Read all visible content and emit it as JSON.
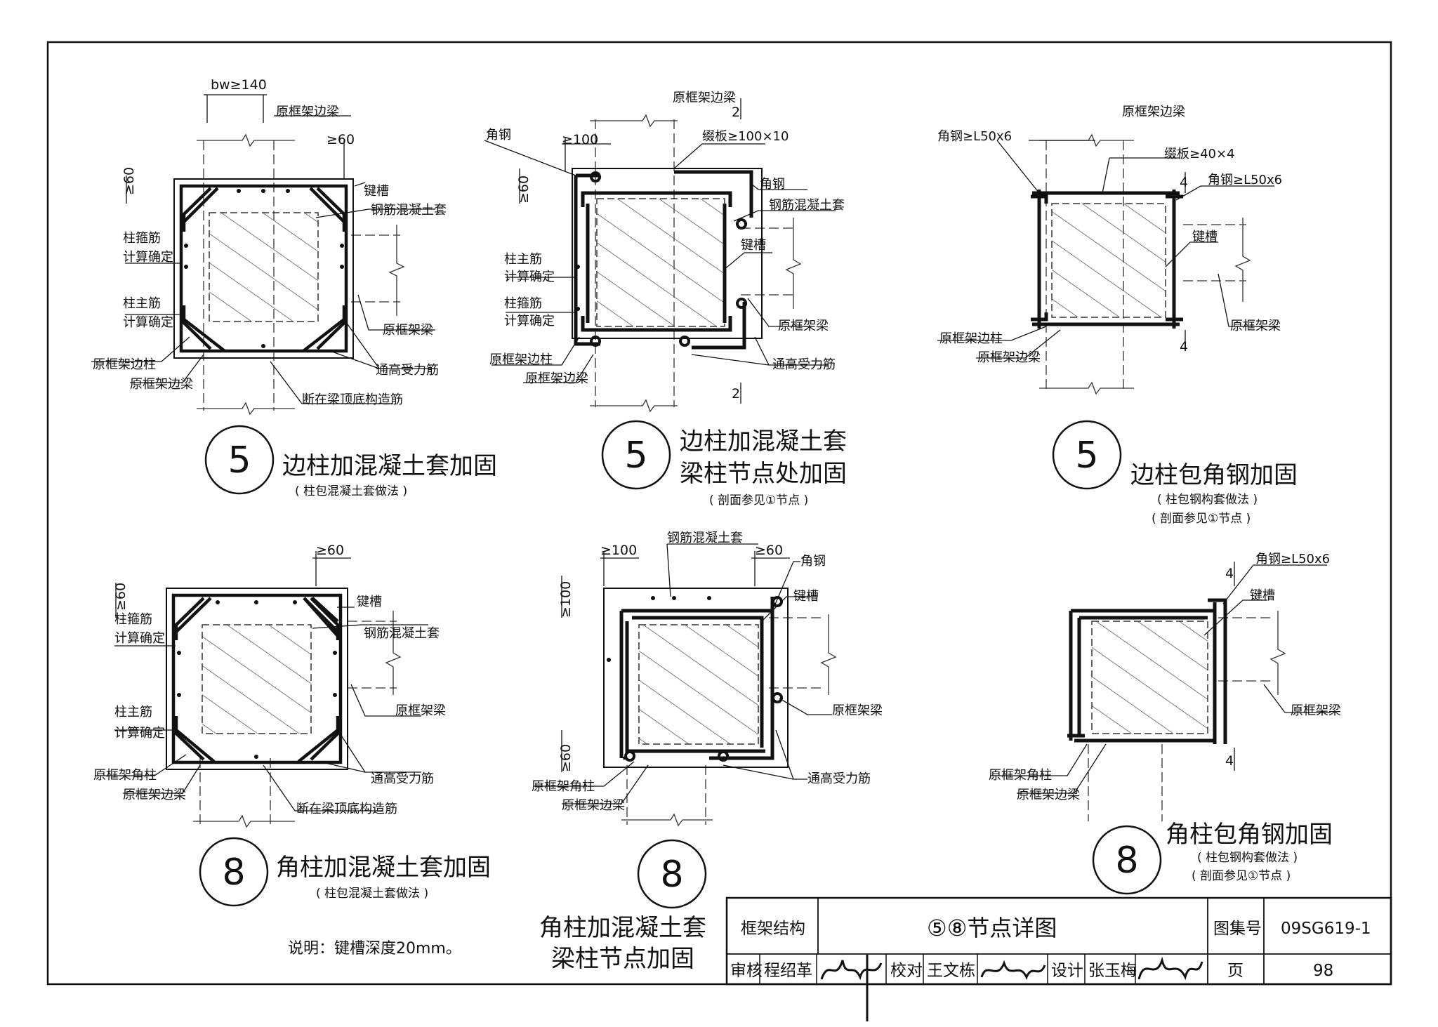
{
  "details": [
    {
      "number": "5",
      "title": [
        "边柱加混凝土套加固"
      ],
      "notes": [
        "( 柱包混凝土套做法 )"
      ],
      "labels": {
        "bw": "bw≥140",
        "top_beam": "原框架边梁",
        "gap_top": "≥60",
        "gap_left": "≥60",
        "keyway": "键槽",
        "rc_jacket": "钢筋混凝土套",
        "stirrup_1": "柱箍筋",
        "stirrup_2": "计算确定",
        "main_bar_1": "柱主筋",
        "main_bar_2": "计算确定",
        "right_beam": "原框架梁",
        "edge_col": "原框架边柱",
        "edge_beam": "原框架边梁",
        "through_bar": "通高受力筋",
        "cut_bar": "断在梁顶底构造筋"
      }
    },
    {
      "number": "5",
      "title": [
        "边柱加混凝土套",
        "梁柱节点处加固"
      ],
      "notes": [
        "( 剖面参见①节点 )"
      ],
      "labels": {
        "angle": "角钢",
        "gap_top": "≥100",
        "gap_left": "≥60",
        "top_beam": "原框架边梁",
        "section": "2",
        "batten": "缀板≥100×10",
        "angle_r": "角钢",
        "rc_jacket": "钢筋混凝土套",
        "keyway": "键槽",
        "main_bar_1": "柱主筋",
        "main_bar_2": "计算确定",
        "stirrup_1": "柱箍筋",
        "stirrup_2": "计算确定",
        "right_beam": "原框架梁",
        "edge_col": "原框架边柱",
        "edge_beam": "原框架边梁",
        "through_bar": "通高受力筋"
      }
    },
    {
      "number": "5",
      "title": [
        "边柱包角钢加固"
      ],
      "notes": [
        "( 柱包钢构套做法 )",
        "( 剖面参见①节点 )"
      ],
      "labels": {
        "top_beam": "原框架边梁",
        "angle_l": "角钢≥L50x6",
        "batten": "缀板≥40×4",
        "section": "4",
        "angle_r": "角钢≥L50x6",
        "keyway": "键槽",
        "right_beam": "原框架梁",
        "edge_col": "原框架边柱",
        "edge_beam": "原框架边梁"
      }
    },
    {
      "number": "8",
      "title": [
        "角柱加混凝土套加固"
      ],
      "notes": [
        "( 柱包混凝土套做法 )"
      ],
      "labels": {
        "gap_top": "≥60",
        "gap_left": "≥60",
        "keyway": "键槽",
        "rc_jacket": "钢筋混凝土套",
        "stirrup_1": "柱箍筋",
        "stirrup_2": "计算确定",
        "main_bar_1": "柱主筋",
        "main_bar_2": "计算确定",
        "right_beam": "原框架梁",
        "corner_col": "原框架角柱",
        "edge_beam": "原框架边梁",
        "through_bar": "通高受力筋",
        "cut_bar": "断在梁顶底构造筋"
      }
    },
    {
      "number": "8",
      "title": [
        "角柱加混凝土套",
        "梁柱节点加固"
      ],
      "notes": [],
      "labels": {
        "gap_top": "≥100",
        "rc_jacket": "钢筋混凝土套",
        "gap_top_r": "≥60",
        "angle": "角钢",
        "keyway": "键槽",
        "gap_left": "≥100",
        "gap_left_b": "≥60",
        "right_beam": "原框架梁",
        "corner_col": "原框架角柱",
        "edge_beam": "原框架边梁",
        "through_bar": "通高受力筋"
      }
    },
    {
      "number": "8",
      "title": [
        "角柱包角钢加固"
      ],
      "notes": [
        "( 柱包钢构套做法 )",
        "( 剖面参见①节点 )"
      ],
      "labels": {
        "section": "4",
        "angle": "角钢≥L50x6",
        "keyway": "键槽",
        "right_beam": "原框架梁",
        "corner_col": "原框架角柱",
        "edge_beam": "原框架边梁"
      }
    }
  ],
  "note": "说明：键槽深度20mm。",
  "title_block": {
    "category": "框架结构",
    "drawing_title": "⑤⑧节点详图",
    "atlas_label": "图集号",
    "atlas_no": "09SG619-1",
    "review_label": "审核",
    "reviewer": "程绍革",
    "check_label": "校对",
    "checker": "王文栋",
    "design_label": "设计",
    "designer": "张玉梅",
    "page_label": "页",
    "page_no": "98"
  }
}
